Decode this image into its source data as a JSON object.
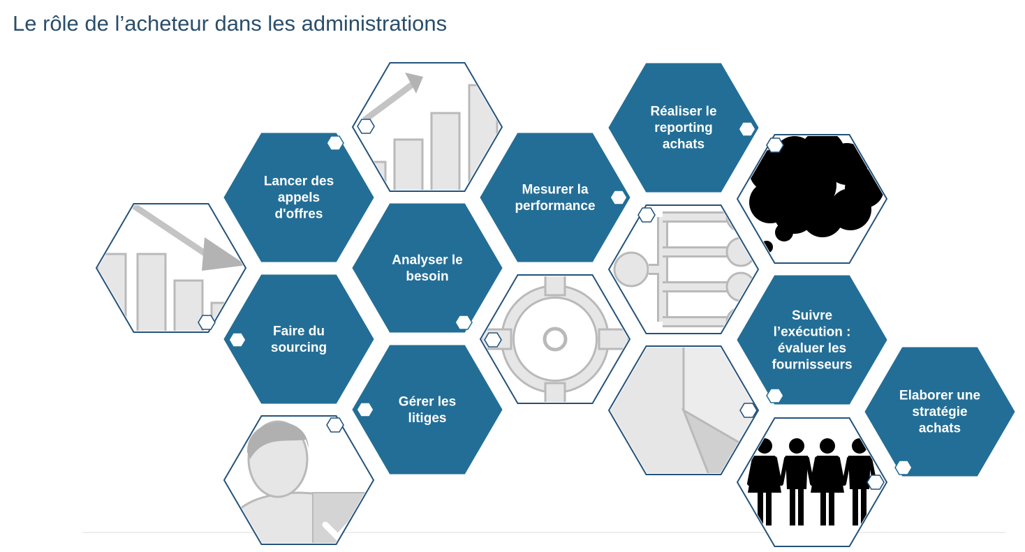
{
  "title": "Le rôle de l’acheteur dans les administrations",
  "colors": {
    "hex_fill": "#236e96",
    "hex_outline": "#23527a",
    "icon_fill": "#e6e6e6",
    "icon_stroke": "#b9b9b9",
    "text": "#ffffff",
    "title": "#2a4e6a"
  },
  "roles": [
    {
      "id": "lancer",
      "lines": [
        "Lancer des",
        "appels",
        "d'offres"
      ]
    },
    {
      "id": "analyser",
      "lines": [
        "Analyser le",
        "besoin"
      ]
    },
    {
      "id": "faire",
      "lines": [
        "Faire du",
        "sourcing"
      ]
    },
    {
      "id": "gerer",
      "lines": [
        "Gérer les",
        "litiges"
      ]
    },
    {
      "id": "mesurer",
      "lines": [
        "Mesurer la",
        "performance"
      ]
    },
    {
      "id": "realiser",
      "lines": [
        "Réaliser le",
        "reporting",
        "achats"
      ]
    },
    {
      "id": "suivre",
      "lines": [
        "Suivre",
        "l’exécution :",
        "évaluer les",
        "fournisseurs"
      ]
    },
    {
      "id": "elaborer",
      "lines": [
        "Elaborer une",
        "stratégie",
        "achats"
      ]
    }
  ],
  "illustrations": [
    {
      "id": "bars-down",
      "icon": "bar-chart-down-icon"
    },
    {
      "id": "bars-up",
      "icon": "bar-chart-up-icon"
    },
    {
      "id": "gear",
      "icon": "gear-icon"
    },
    {
      "id": "user",
      "icon": "user-check-icon"
    },
    {
      "id": "network",
      "icon": "network-icon"
    },
    {
      "id": "pie",
      "icon": "pie-chart-icon"
    },
    {
      "id": "thought",
      "icon": "thought-bubble-icon"
    },
    {
      "id": "people",
      "icon": "people-icon"
    }
  ]
}
